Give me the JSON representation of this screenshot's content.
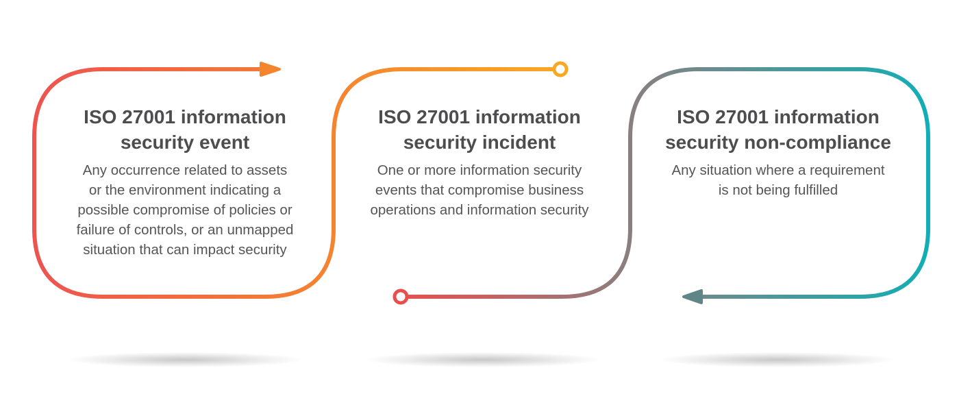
{
  "colors": {
    "red": "#ee5350",
    "orange": "#f5842f",
    "yellow": "#f9a825",
    "grey": "#8a7f80",
    "teal": "#12aeb5",
    "text": "#4d4d4f"
  },
  "cards": [
    {
      "title_line1": "ISO 27001 information",
      "title_line2": "security event",
      "description": [
        "Any occurrence related to assets",
        "or the environment indicating a",
        "possible compromise of policies or",
        "failure of controls, or an unmapped",
        "situation that can impact security"
      ]
    },
    {
      "title_line1": "ISO 27001 information",
      "title_line2": "security incident",
      "description": [
        "One or more information security",
        "events that compromise business",
        "operations and information security"
      ]
    },
    {
      "title_line1": "ISO 27001 information",
      "title_line2": "security non-compliance",
      "description": [
        "Any situation where a requirement",
        "is not being fulfilled"
      ]
    }
  ]
}
